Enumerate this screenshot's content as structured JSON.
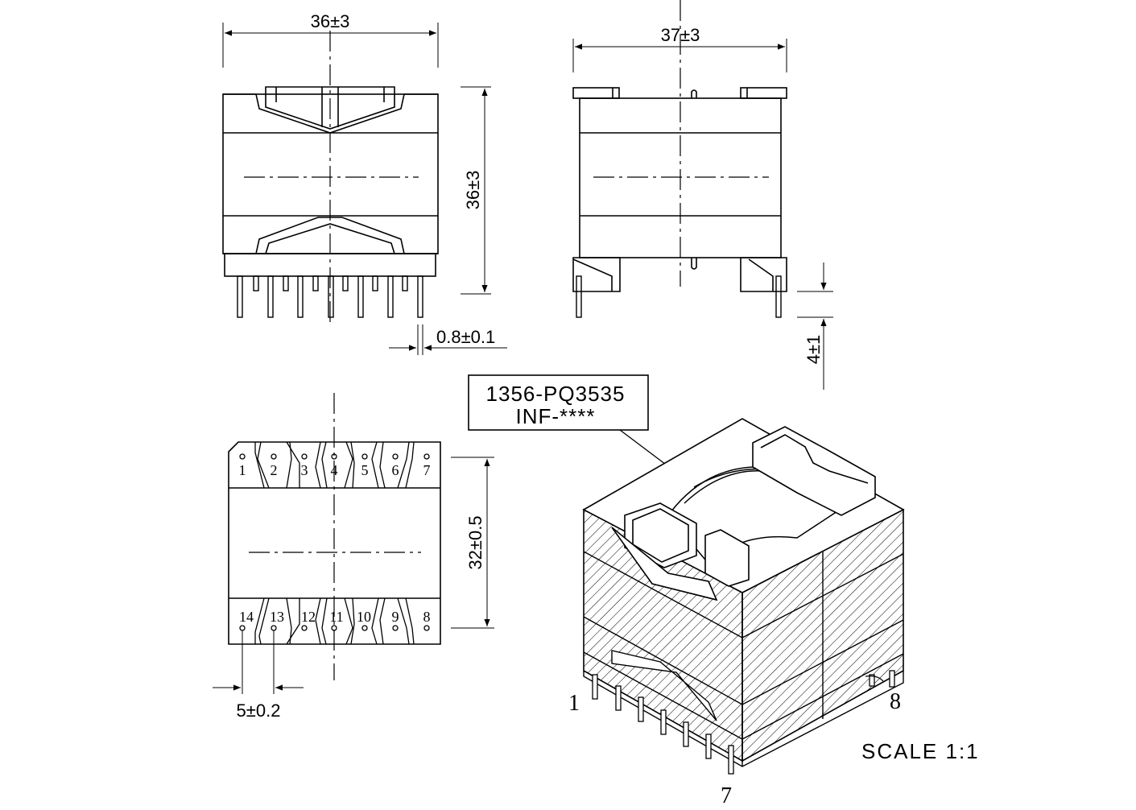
{
  "drawing": {
    "dimensions": {
      "front_width": "36±3",
      "front_height": "36±3",
      "side_width": "37±3",
      "pin_thickness": "0.8±0.1",
      "pin_length": "4±1",
      "bottom_height": "32±0.5",
      "pin_pitch": "5±0.2"
    },
    "pins_top": [
      "1",
      "2",
      "3",
      "4",
      "5",
      "6",
      "7"
    ],
    "pins_bottom": [
      "14",
      "13",
      "12",
      "11",
      "10",
      "9",
      "8"
    ],
    "label": {
      "line1": "1356-PQ3535",
      "line2": "INF-****"
    },
    "iso_pins": {
      "first": "1",
      "last_left": "7",
      "right": "8"
    },
    "scale": "SCALE 1:1"
  },
  "colors": {
    "ink": "#000000",
    "paper": "#ffffff"
  }
}
